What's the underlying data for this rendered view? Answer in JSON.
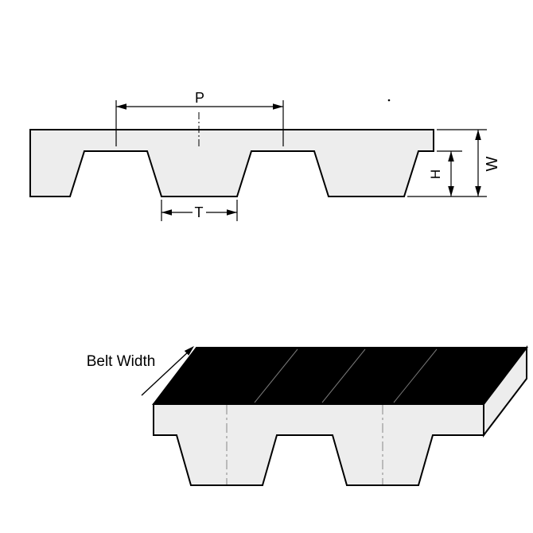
{
  "diagram": {
    "profile_view": {
      "pitch_label": "P",
      "tooth_width_label": "T",
      "tooth_height_label": "H",
      "belt_thickness_label": "W"
    },
    "perspective_view": {
      "belt_width_label": "Belt Width"
    },
    "colors": {
      "belt_fill": "#ededed",
      "outline": "#000000",
      "top_face_fill": "#000000",
      "dimension_line": "#000000",
      "seam_line": "#777777",
      "centerline": "#888888",
      "background": "#ffffff"
    }
  }
}
